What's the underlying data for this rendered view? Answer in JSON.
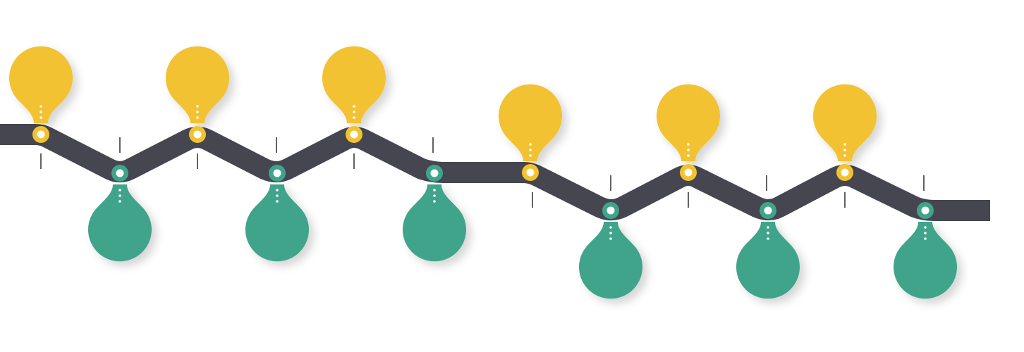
{
  "diagram": {
    "type": "zigzag-timeline-infographic",
    "colors": {
      "track": "#454650",
      "marker_up": "#F2C230",
      "marker_down": "#40A48B",
      "tick": "#3a3a3a",
      "dot_center": "#ffffff"
    },
    "markers": [
      {
        "side": "up",
        "color": "marker_up",
        "label": ""
      },
      {
        "side": "down",
        "color": "marker_down",
        "label": ""
      },
      {
        "side": "up",
        "color": "marker_up",
        "label": ""
      },
      {
        "side": "down",
        "color": "marker_down",
        "label": ""
      },
      {
        "side": "up",
        "color": "marker_up",
        "label": ""
      },
      {
        "side": "down",
        "color": "marker_down",
        "label": ""
      },
      {
        "side": "up",
        "color": "marker_up",
        "label": ""
      },
      {
        "side": "down",
        "color": "marker_down",
        "label": ""
      },
      {
        "side": "up",
        "color": "marker_up",
        "label": ""
      },
      {
        "side": "down",
        "color": "marker_down",
        "label": ""
      },
      {
        "side": "up",
        "color": "marker_up",
        "label": ""
      },
      {
        "side": "down",
        "color": "marker_down",
        "label": ""
      }
    ]
  }
}
